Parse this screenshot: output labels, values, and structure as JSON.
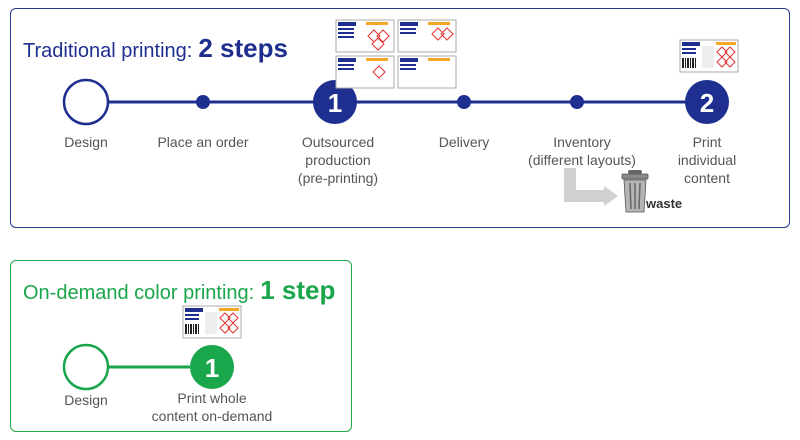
{
  "traditional": {
    "title_prefix": "Traditional printing:",
    "title_strong": "2 steps",
    "step1_number": "1",
    "step2_number": "2",
    "stages": [
      {
        "lines": [
          "Design"
        ]
      },
      {
        "lines": [
          "Place an order"
        ]
      },
      {
        "lines": [
          "Outsourced",
          "production",
          "(pre-printing)"
        ]
      },
      {
        "lines": [
          "Delivery"
        ]
      },
      {
        "lines": [
          "Inventory",
          "(different layouts)"
        ]
      },
      {
        "lines": [
          "Print",
          "individual",
          "content"
        ]
      }
    ],
    "waste_label": "waste"
  },
  "on_demand": {
    "title_prefix": "On-demand color printing:",
    "title_strong": "1 step",
    "step_number": "1",
    "stages": [
      {
        "lines": [
          "Design"
        ]
      },
      {
        "lines": [
          "Print whole",
          "content on-demand"
        ]
      }
    ]
  },
  "colors": {
    "traditional_accent": "#1f2f8f",
    "on_demand_accent": "#1aa64b",
    "label_red": "#e0322f",
    "label_orange": "#f5a623"
  }
}
